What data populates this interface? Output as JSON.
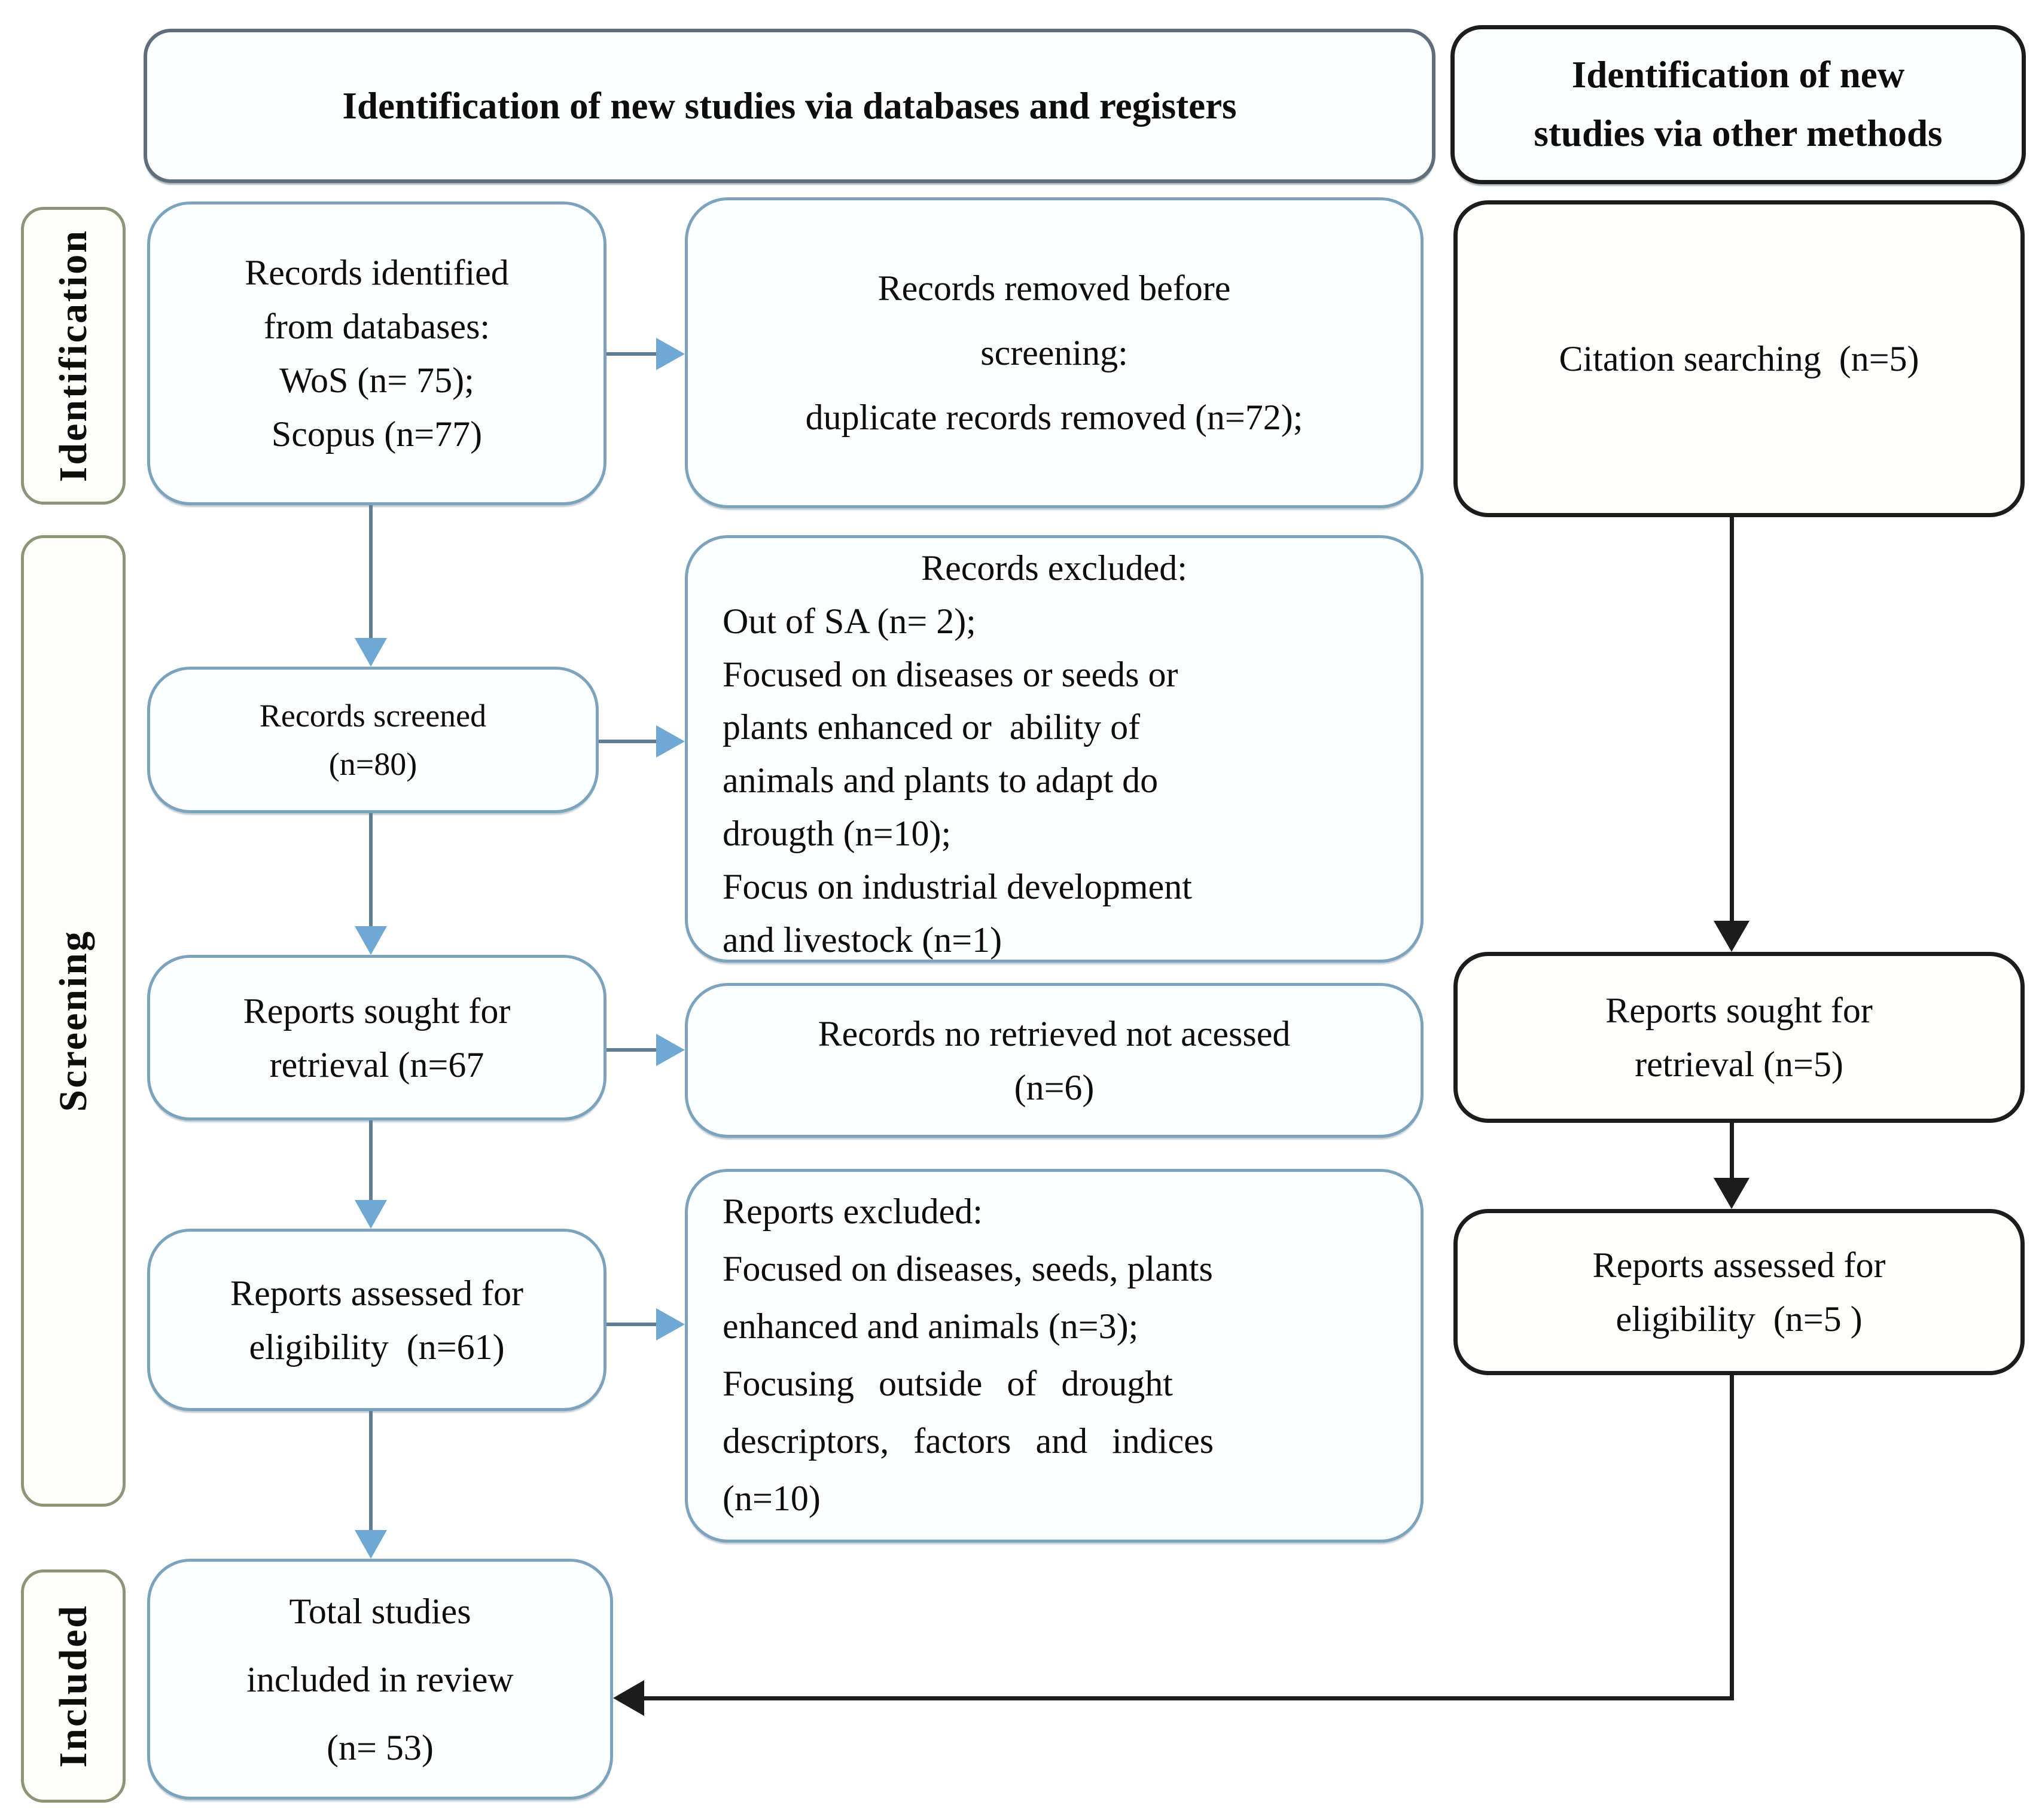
{
  "headers": {
    "databases_registers": "Identification of new studies via databases and registers",
    "other_methods_line1": "Identification of new",
    "other_methods_line2": "studies via other methods"
  },
  "sidebar": {
    "identification": "Identification",
    "screening": "Screening",
    "included": "Included"
  },
  "boxes": {
    "records_identified": {
      "lines": [
        "Records identified",
        "from databases:",
        "WoS (n= 75);",
        "Scopus (n=77)"
      ]
    },
    "records_removed": {
      "lines": [
        "Records removed before",
        "screening:",
        "duplicate records removed (n=72);"
      ]
    },
    "citation_searching": {
      "lines": [
        "Citation searching  (n=5)"
      ]
    },
    "records_excluded": {
      "title": "Records excluded:",
      "lines": [
        "Out of SA (n= 2);",
        "Focused on diseases or seeds or",
        "plants enhanced or  ability of",
        "animals and plants to adapt do",
        "drougth (n=10);",
        "Focus on industrial development",
        "and livestock (n=1)"
      ]
    },
    "records_screened": {
      "lines": [
        "Records screened",
        "(n=80)"
      ]
    },
    "reports_sought_left": {
      "lines": [
        "Reports sought for",
        "retrieval (n=67"
      ]
    },
    "records_not_retrieved": {
      "lines": [
        "Records no retrieved not acessed",
        "(n=6)"
      ]
    },
    "reports_assessed_left": {
      "lines": [
        "Reports assessed for",
        "eligibility  (n=61)"
      ]
    },
    "reports_excluded": {
      "title": "Reports excluded:",
      "lines": [
        "Focused on diseases, seeds, plants",
        "enhanced and animals (n=3);",
        "Focusing outside of drought",
        "descriptors, factors and indices",
        "(n=10)"
      ]
    },
    "reports_sought_right": {
      "lines": [
        "Reports sought for",
        "retrieval (n=5)"
      ]
    },
    "reports_assessed_right": {
      "lines": [
        "Reports assessed for",
        "eligibility  (n=5 )"
      ]
    },
    "total_studies": {
      "lines": [
        "Total studies",
        "included in review",
        "(n= 53)"
      ]
    }
  },
  "colors": {
    "blue_box_border": "#7ba3bd",
    "black_box_border": "#1c1c1c",
    "sidebar_border": "#8a9678",
    "header_border": "#5f6e7a",
    "blue_arrow_line": "#5f7e96",
    "blue_arrow_head": "#6fa8d2",
    "black_arrow": "#1c1c1c"
  }
}
